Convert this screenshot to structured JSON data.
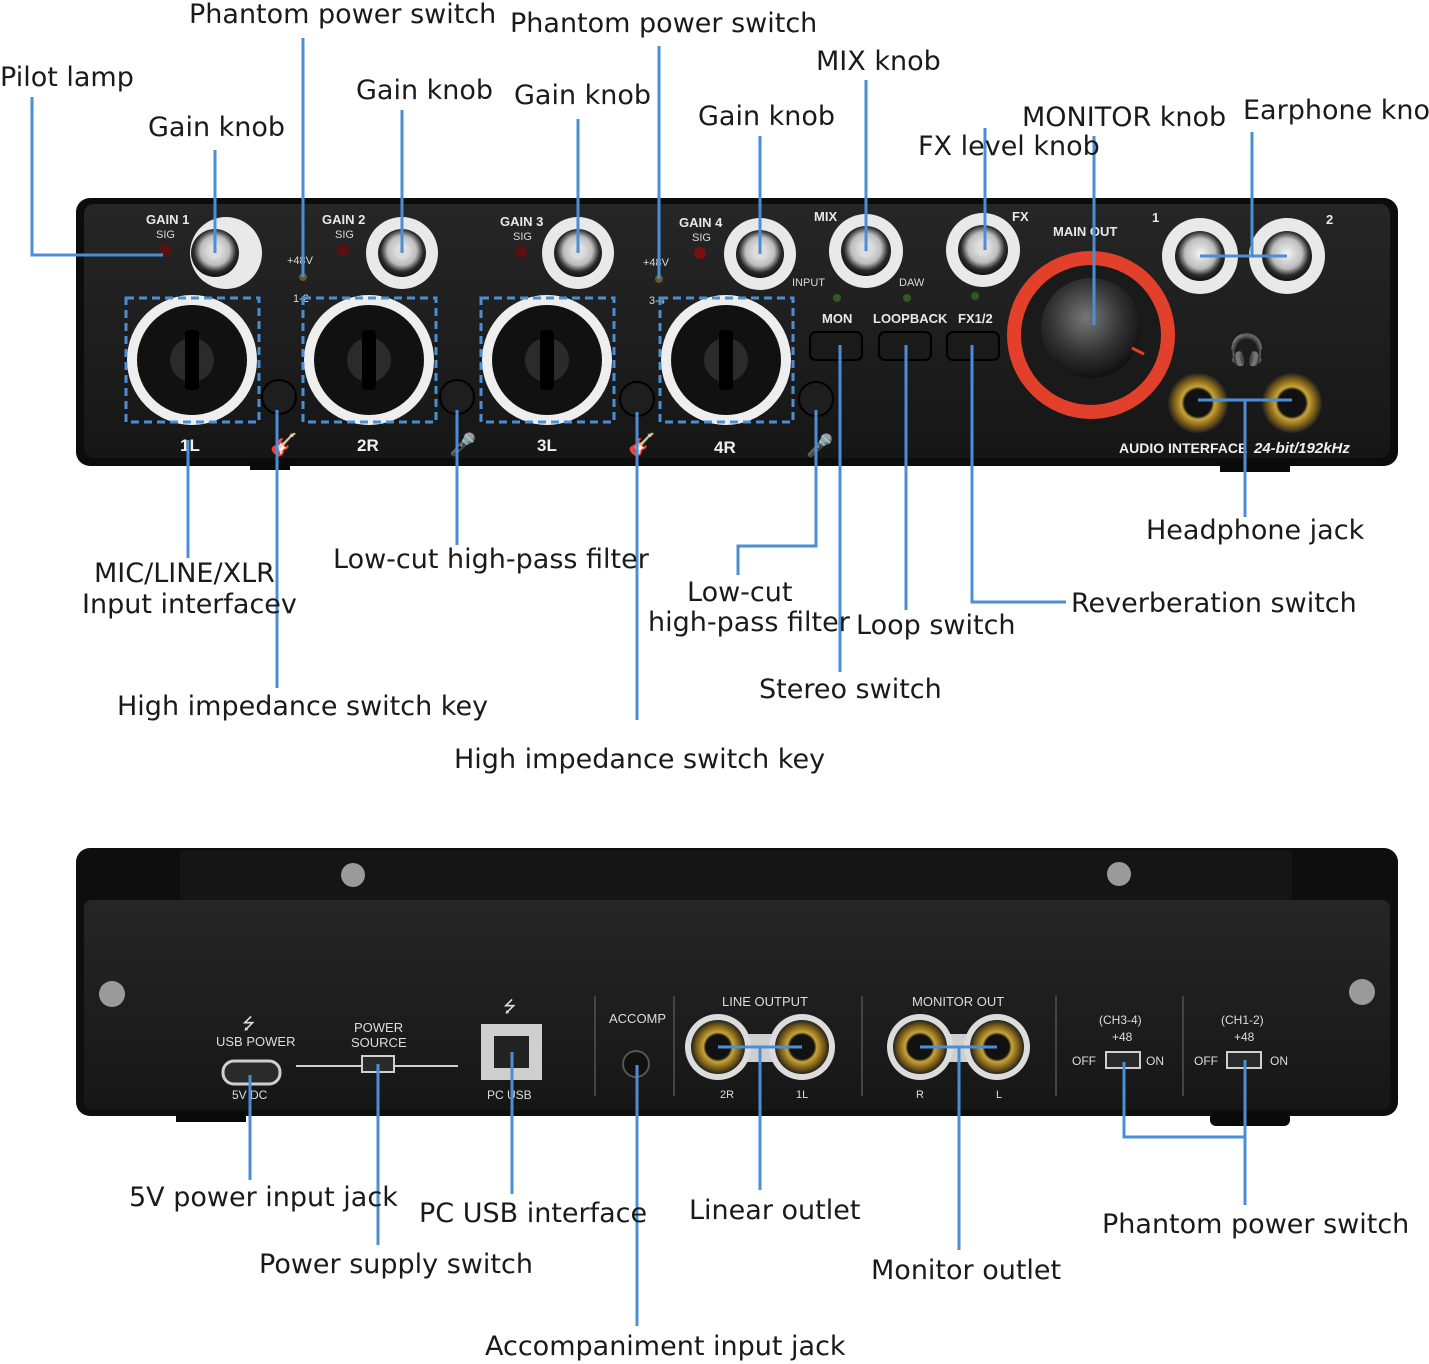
{
  "front_panel": {
    "channels": [
      {
        "gain": "GAIN 1",
        "sig": "SIG",
        "label": "1L"
      },
      {
        "gain": "GAIN 2",
        "sig": "SIG",
        "label": "2R"
      },
      {
        "gain": "GAIN 3",
        "sig": "SIG",
        "label": "3L"
      },
      {
        "gain": "GAIN 4",
        "sig": "SIG",
        "label": "4R"
      }
    ],
    "phantom_12": {
      "voltage": "+48V",
      "pair": "1-2"
    },
    "phantom_34": {
      "voltage": "+48V",
      "pair": "3-4"
    },
    "mix": "MIX",
    "input": "INPUT",
    "daw": "DAW",
    "fx": "FX",
    "main_out": "MAIN OUT",
    "hp1": "1",
    "hp2": "2",
    "buttons": {
      "mon": "MON",
      "loopback": "LOOPBACK",
      "fx12": "FX1/2"
    },
    "brand": "AUDIO INTERFACE",
    "spec": "24-bit/192kHz"
  },
  "rear_panel": {
    "usb_power": "USB POWER",
    "dc": "5V DC",
    "power_source": [
      "POWER",
      "SOURCE"
    ],
    "pc_usb": "PC USB",
    "accomp": "ACCOMP",
    "line_output": "LINE OUTPUT",
    "line_l": "2R",
    "line_r": "1L",
    "monitor_out": "MONITOR OUT",
    "mon_r": "R",
    "mon_l": "L",
    "ph34": {
      "ch": "(CH3-4)",
      "v": "+48",
      "off": "OFF",
      "on": "ON"
    },
    "ph12": {
      "ch": "(CH1-2)",
      "v": "+48",
      "off": "OFF",
      "on": "ON"
    }
  },
  "callouts": {
    "phantom_top_1": "Phantom power switch",
    "phantom_top_2": "Phantom power switch",
    "pilot_lamp": "Pilot lamp",
    "gain_1": "Gain knob",
    "gain_2": "Gain knob",
    "gain_3": "Gain knob",
    "gain_4": "Gain knob",
    "mix_knob": "MIX knob",
    "fx_level": "FX level knob",
    "monitor_knob": "MONITOR knob",
    "earphone_knob": "Earphone knob",
    "headphone_jack": "Headphone jack",
    "mic_line_1": "MIC/LINE/XLR",
    "mic_line_2": "Input interfacev",
    "lowcut_1": "Low-cut high-pass filter",
    "lowcut_2a": "Low-cut",
    "lowcut_2b": "high-pass filter",
    "loop_switch": "Loop switch",
    "reverb_switch": "Reverberation switch",
    "stereo_switch": "Stereo switch",
    "hiz_1": "High impedance switch key",
    "hiz_2": "High impedance switch key",
    "power_jack": "5V power input jack",
    "pc_usb_if": "PC USB interface",
    "linear_outlet": "Linear outlet",
    "phantom_bottom": "Phantom power switch",
    "power_supply_switch": "Power supply switch",
    "monitor_outlet": "Monitor outlet",
    "accomp_jack": "Accompaniment input jack"
  }
}
